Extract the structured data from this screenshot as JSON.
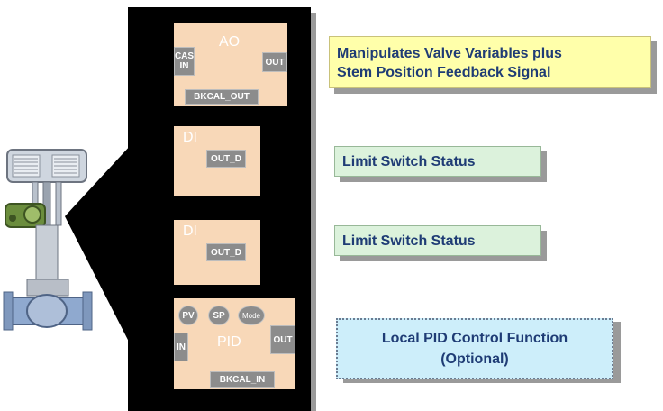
{
  "blocks": {
    "ao": {
      "title": "AO",
      "ports": {
        "cas_in": "CAS\nIN",
        "out": "OUT",
        "bkcal_out": "BKCAL_OUT"
      }
    },
    "di1": {
      "title": "DI",
      "ports": {
        "out_d": "OUT_D"
      }
    },
    "di2": {
      "title": "DI",
      "ports": {
        "out_d": "OUT_D"
      }
    },
    "pid": {
      "title": "PID",
      "ports": {
        "in": "IN",
        "out": "OUT",
        "bkcal_in": "BKCAL_IN"
      },
      "circles": {
        "pv": "PV",
        "sp": "SP",
        "mode": "Mode"
      }
    }
  },
  "callouts": {
    "ao": "Manipulates Valve Variables plus\nStem Position Feedback Signal",
    "di1": "Limit Switch Status",
    "di2": "Limit Switch Status",
    "pid": "Local PID Control Function\n(Optional)"
  },
  "colors": {
    "panel": "#000000",
    "block": "#f8d8b8",
    "port": "#8c8c8c",
    "callout_yellow": "#ffffaa",
    "callout_green": "#dcf2dc",
    "callout_blue": "#cdeefa",
    "callout_text": "#1f3c75"
  },
  "icons": {
    "valve": "control-valve-icon"
  }
}
